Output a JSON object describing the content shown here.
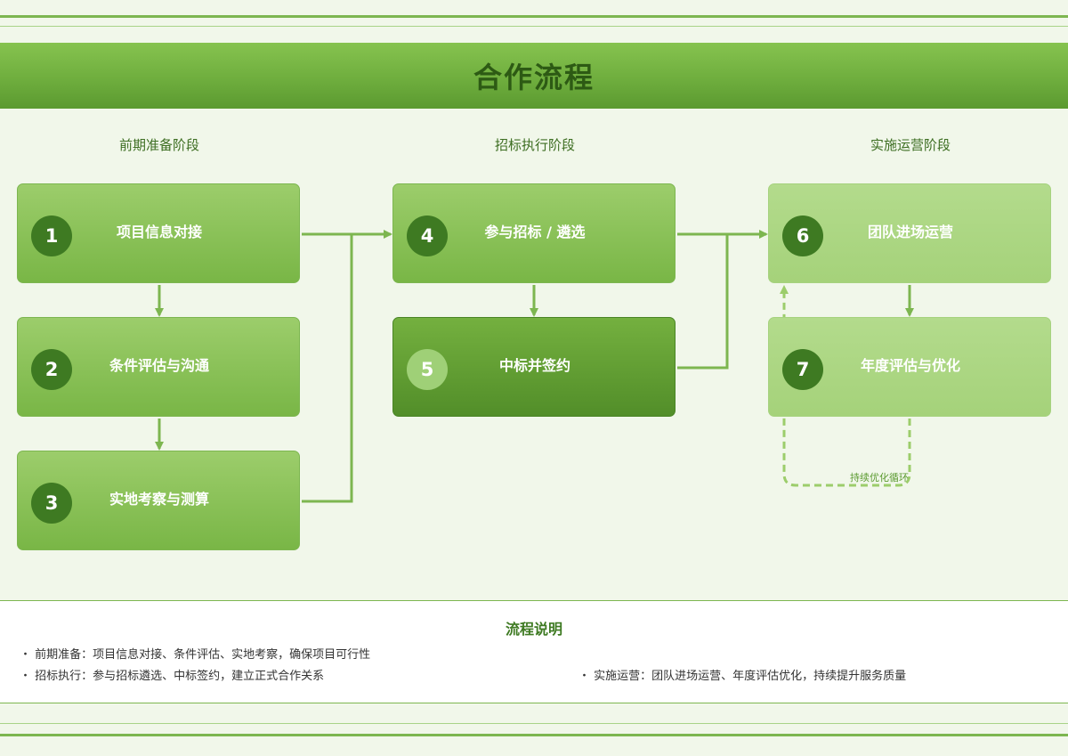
{
  "title": "合作流程",
  "stages": [
    "前期准备阶段",
    "招标执行阶段",
    "实施运营阶段"
  ],
  "steps": [
    {
      "number": "1",
      "label": "项目信息对接"
    },
    {
      "number": "2",
      "label": "条件评估与沟通"
    },
    {
      "number": "3",
      "label": "实地考察与测算"
    },
    {
      "number": "4",
      "label": "参与招标 / 遴选"
    },
    {
      "number": "5",
      "label": "中标并签约"
    },
    {
      "number": "6",
      "label": "团队进场运营"
    },
    {
      "number": "7",
      "label": "年度评估与优化"
    }
  ],
  "loop_label": "持续优化循环",
  "notes": {
    "title": "流程说明",
    "items": [
      "・ 前期准备：项目信息对接、条件评估、实地考察，确保项目可行性",
      "・ 招标执行：参与招标遴选、中标签约，建立正式合作关系",
      "・ 实施运营：团队进场运营、年度评估优化，持续提升服务质量"
    ]
  },
  "colors": {
    "accent": "#6fae3e",
    "accent_dark": "#3e7a22",
    "background": "#f1f7ea"
  }
}
